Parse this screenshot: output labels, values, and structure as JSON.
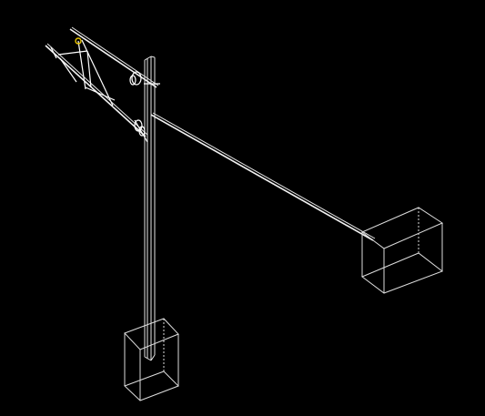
{
  "scene": {
    "background_color": "#000000",
    "line_color": "#e6e6e6",
    "highlight_color": "#e8c400",
    "objects": [
      "catenary-mast",
      "cantilever-bracket",
      "guy-wire",
      "mast-foundation-block",
      "anchor-foundation-block"
    ]
  }
}
